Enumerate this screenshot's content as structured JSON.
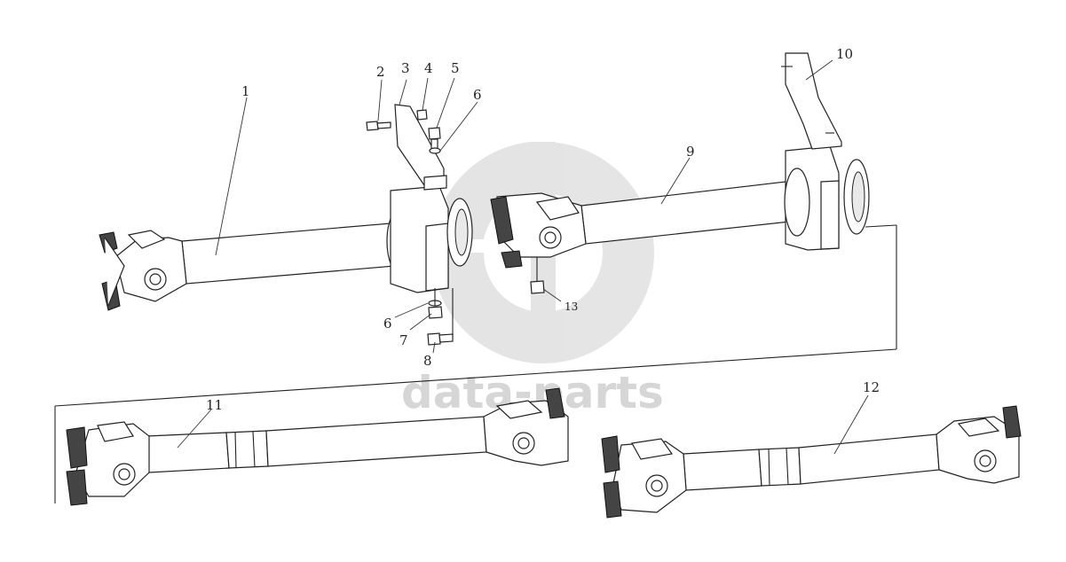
{
  "diagram": {
    "callouts": {
      "c1": "1",
      "c2": "2",
      "c3": "3",
      "c4": "4",
      "c5": "5",
      "c6a": "6",
      "c6b": "6",
      "c7": "7",
      "c8": "8",
      "c9": "9",
      "c10": "10",
      "c11": "11",
      "c12": "12",
      "c13": "13"
    },
    "watermark": {
      "text": "data-parts"
    }
  }
}
